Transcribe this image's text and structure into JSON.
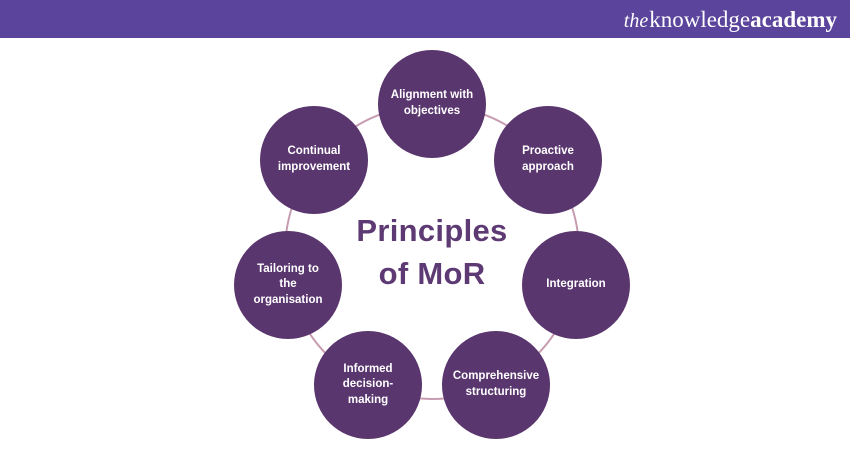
{
  "header": {
    "logo_the": "the",
    "logo_knowledge": "knowledge",
    "logo_academy": "academy"
  },
  "diagram": {
    "title": "Principles\nof MoR",
    "nodes": [
      {
        "label": "Alignment with\nobjectives"
      },
      {
        "label": "Proactive\napproach"
      },
      {
        "label": "Integration"
      },
      {
        "label": "Comprehensive\nstructuring"
      },
      {
        "label": "Informed\ndecision-\nmaking"
      },
      {
        "label": "Tailoring to\nthe\norganisation"
      },
      {
        "label": "Continual\nimprovement"
      }
    ],
    "colors": {
      "header_bar": "#5b449b",
      "node_fill": "#5a366e",
      "node_text": "#ffffff",
      "title_text": "#5d3a73",
      "ring_line": "#c79cb1"
    }
  }
}
